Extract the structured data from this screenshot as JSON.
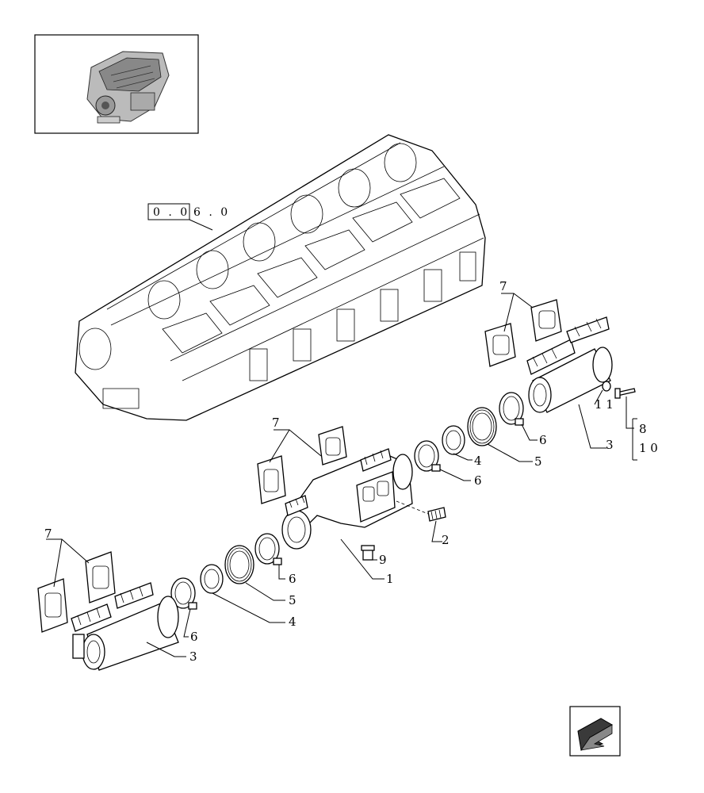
{
  "reference_box": {
    "left": "0 . 0",
    "right": "6 . 0"
  },
  "callouts": {
    "c1": "1",
    "c2": "2",
    "c3a": "3",
    "c3b": "3",
    "c4a": "4",
    "c4b": "4",
    "c5a": "5",
    "c5b": "5",
    "c6a": "6",
    "c6b": "6",
    "c6c": "6",
    "c6d": "6",
    "c7a": "7",
    "c7b": "7",
    "c7c": "7",
    "c8": "8",
    "c9": "9",
    "c10": "1 0",
    "c11": "1 1"
  },
  "icons": {
    "engine": "engine-thumbnail-icon",
    "nav": "next-page-arrow-icon"
  }
}
